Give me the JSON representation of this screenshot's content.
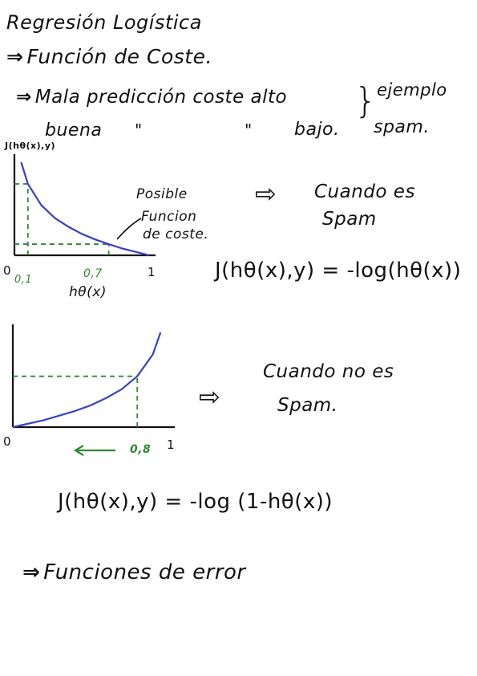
{
  "notes": {
    "title_line1": "Regresión Logística",
    "title_line2": "Función de Coste.",
    "bad_prediction": "Mala predicción coste alto",
    "good_prediction": "buena",
    "ditto": "\"",
    "low_cost": "bajo.",
    "example_label": "ejemplo",
    "example_spam": "spam.",
    "possible_label": "Posible",
    "function_label": "Funcion",
    "cost_label": "de coste.",
    "case_spam_line1": "Cuando es",
    "case_spam_line2": "Spam",
    "case_not_spam_line1": "Cuando no es",
    "case_not_spam_line2": "Spam.",
    "formula_spam": "J(hθ(x),y) = -log(hθ(x))",
    "formula_not_spam": "J(hθ(x),y) = -log (1-hθ(x))",
    "error_functions": "Funciones de error",
    "arrow_symbol": "⇒",
    "double_arrow_symbol": "⇨",
    "brace_symbol": "}"
  },
  "chart_data": [
    {
      "type": "line",
      "title": "",
      "xlabel": "hθ(x)",
      "ylabel": "J(hθ(x),y)",
      "xlim": [
        0,
        1
      ],
      "ylim": [
        0,
        3
      ],
      "x_ticks": [
        "0",
        "0,1",
        "0,7",
        "1"
      ],
      "series": [
        {
          "x": [
            0.05,
            0.1,
            0.2,
            0.3,
            0.4,
            0.5,
            0.6,
            0.7,
            0.8,
            0.9,
            1.0
          ],
          "values": [
            3.0,
            2.3,
            1.61,
            1.2,
            0.92,
            0.69,
            0.51,
            0.36,
            0.22,
            0.11,
            0.0
          ],
          "color": "#3b3fc4"
        }
      ],
      "guides": [
        {
          "x": 0.1,
          "y": 2.3,
          "color": "#2e8b2e"
        },
        {
          "x": 0.7,
          "y": 0.36,
          "color": "#2e8b2e"
        }
      ],
      "grid": false
    },
    {
      "type": "line",
      "title": "",
      "xlabel": "",
      "ylabel": "",
      "xlim": [
        0,
        1
      ],
      "ylim": [
        0,
        3
      ],
      "x_ticks": [
        "0",
        "0,8",
        "1"
      ],
      "series": [
        {
          "x": [
            0.0,
            0.2,
            0.4,
            0.5,
            0.6,
            0.7,
            0.8,
            0.9,
            0.95
          ],
          "values": [
            0.0,
            0.22,
            0.51,
            0.69,
            0.92,
            1.2,
            1.61,
            2.3,
            3.0
          ],
          "color": "#3b3fc4"
        }
      ],
      "guides": [
        {
          "x": 0.8,
          "y": 1.61,
          "color": "#2e8b2e"
        }
      ],
      "grid": false
    }
  ]
}
